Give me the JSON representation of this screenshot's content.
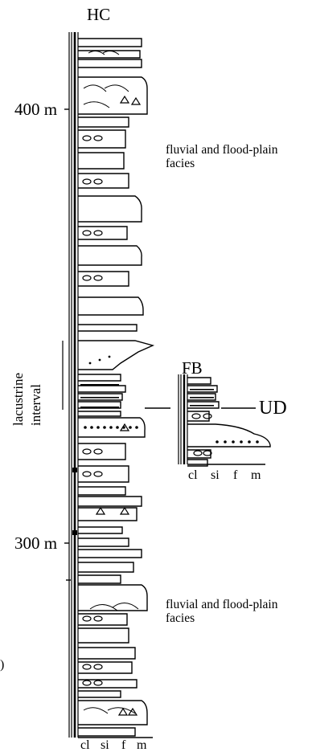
{
  "sections": {
    "hc": {
      "title": "HC",
      "grain_sizes": [
        "cl",
        "si",
        "f",
        "m"
      ]
    },
    "fb": {
      "title": "FB",
      "grain_sizes": [
        "cl",
        "si",
        "f",
        "m"
      ]
    }
  },
  "scale": {
    "upper_mark": "400 m",
    "lower_mark": "300 m"
  },
  "labels": {
    "facies_upper": "fluvial and flood-plain facies",
    "facies_lower": "fluvial and flood-plain facies",
    "lacustrine_line1": "lacustrine",
    "lacustrine_line2": "interval",
    "correlation": "UD",
    "edge_fragment": ")"
  }
}
